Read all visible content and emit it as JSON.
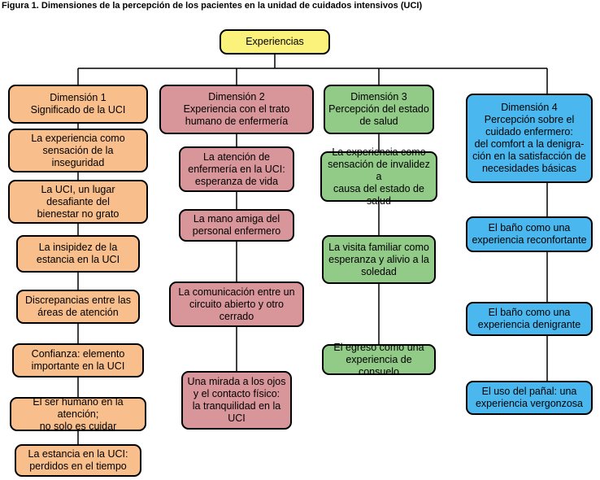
{
  "figure_title": "Figura 1. Dimensiones de la percepción de los pacientes en la unidad de cuidados intensivos (UCI)",
  "root": "Experiencias",
  "dim1": {
    "header": "Dimensión 1\nSignificado de la UCI",
    "color": "#f8be8c",
    "items": [
      "La experiencia como\nsensación de la\ninseguridad",
      "La UCI, un lugar\ndesafiante del\nbienestar no grato",
      "La insipidez de la\nestancia en la UCI",
      "Discrepancias entre las\náreas de atención",
      "Confianza: elemento\nimportante en la UCI",
      "El ser humano en la atención;\nno solo es cuidar",
      "La estancia en la UCI:\nperdidos en el tiempo"
    ]
  },
  "dim2": {
    "header": "Dimensión 2\nExperiencia con el trato\nhumano de enfermería",
    "color": "#d8959a",
    "items": [
      "La atención de\nenfermería en la UCI:\nesperanza de vida",
      "La mano amiga del\npersonal enfermero",
      "La comunicación entre un\ncircuito abierto y otro cerrado",
      "Una mirada a los ojos\ny el contacto físico:\nla tranquilidad en la UCI"
    ]
  },
  "dim3": {
    "header": "Dimensión 3\nPercepción del estado\nde salud",
    "color": "#92ca88",
    "items": [
      "La experiencia como\nsensación de invalidez a\ncausa del estado de salud",
      "La visita familiar como\nesperanza y alivio a la\nsoledad",
      "El egreso como una\nexperiencia de consuelo"
    ]
  },
  "dim4": {
    "header": "Dimensión 4\nPercepción sobre el\ncuidado enfermero:\ndel comfort a la denigra-\nción en la satisfacción de\nnecesidades básicas",
    "color": "#4ab8ee",
    "items": [
      "El baño como una\nexperiencia reconfortante",
      "El baño como una\nexperiencia denigrante",
      "El uso del pañal: una\nexperiencia vergonzosa"
    ]
  }
}
